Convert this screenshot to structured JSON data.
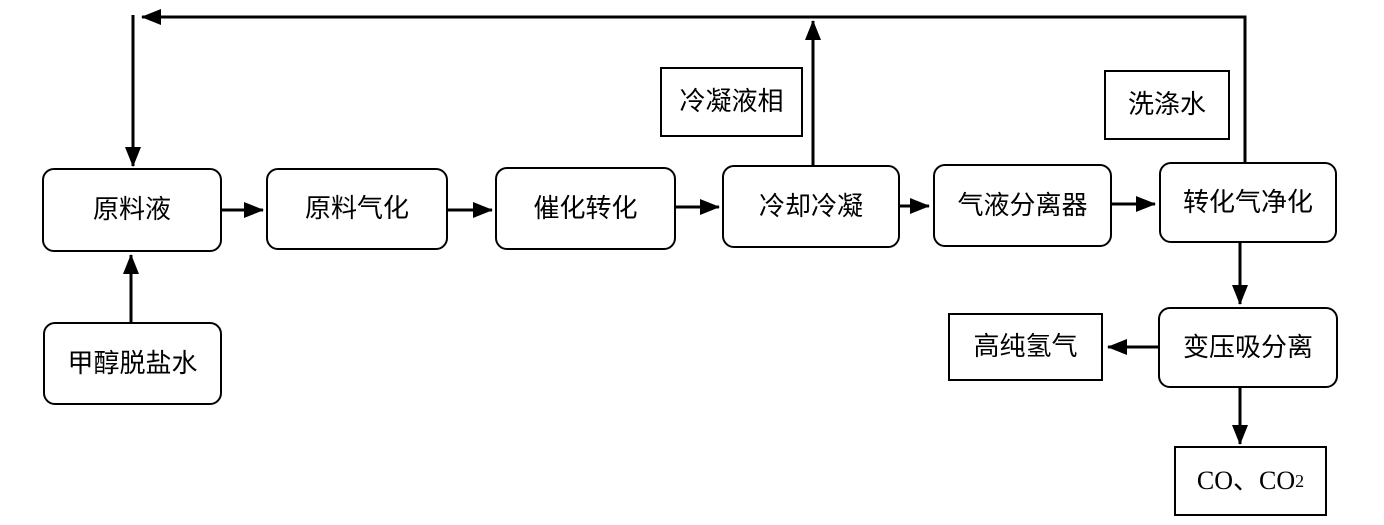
{
  "diagram": {
    "background_color": "#ffffff",
    "line_color": "#000000",
    "nodes": {
      "raw_liquid": {
        "label": "原料液"
      },
      "methanol_desalted_water": {
        "label": "甲醇脱盐水"
      },
      "feed_gasification": {
        "label": "原料气化"
      },
      "catalytic_conversion": {
        "label": "催化转化"
      },
      "cooling_condensation": {
        "label": "冷却冷凝"
      },
      "gas_liquid_separator": {
        "label": "气液分离器"
      },
      "reformed_gas_purification": {
        "label": "转化气净化"
      },
      "condensate_liquid_phase": {
        "label": "冷凝液相"
      },
      "washing_water": {
        "label": "洗涤水"
      },
      "psa_separation": {
        "label": "变压吸分离"
      },
      "high_purity_hydrogen": {
        "label": "高纯氢气"
      },
      "co_co2_offgas": {
        "label_main": "CO、CO",
        "label_sub": "2"
      }
    }
  }
}
